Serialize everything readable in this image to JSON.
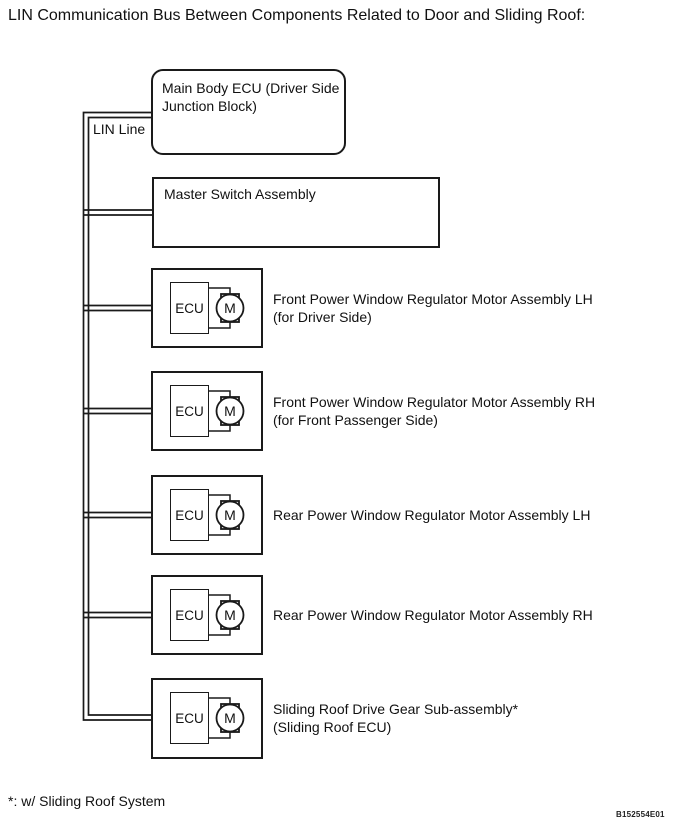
{
  "title": "LIN Communication Bus Between Components Related to Door and Sliding Roof:",
  "bus": {
    "label": "LIN Line"
  },
  "symbols": {
    "ecu": "ECU",
    "motor": "M"
  },
  "nodes": [
    {
      "id": "main-body-ecu",
      "label_lines": [
        "Main Body ECU (Driver Side",
        "Junction Block)"
      ]
    },
    {
      "id": "master-switch-assembly",
      "label_lines": [
        "Master Switch Assembly"
      ]
    },
    {
      "id": "front-power-window-regulator-motor-lh",
      "label_lines": [
        "Front Power Window Regulator Motor Assembly LH",
        "(for Driver Side)"
      ]
    },
    {
      "id": "front-power-window-regulator-motor-rh",
      "label_lines": [
        "Front Power Window Regulator Motor Assembly RH",
        "(for Front Passenger Side)"
      ]
    },
    {
      "id": "rear-power-window-regulator-motor-lh",
      "label_lines": [
        "Rear Power Window Regulator Motor Assembly LH"
      ]
    },
    {
      "id": "rear-power-window-regulator-motor-rh",
      "label_lines": [
        "Rear Power Window Regulator Motor Assembly RH"
      ]
    },
    {
      "id": "sliding-roof-drive-gear",
      "label_lines": [
        "Sliding Roof Drive Gear Sub-assembly*",
        "(Sliding Roof ECU)"
      ]
    }
  ],
  "footnote": "*: w/ Sliding Roof System",
  "figure_code": "B152554E01",
  "colors": {
    "line": "#1a1a1a",
    "text": "#111111",
    "background": "#ffffff"
  }
}
